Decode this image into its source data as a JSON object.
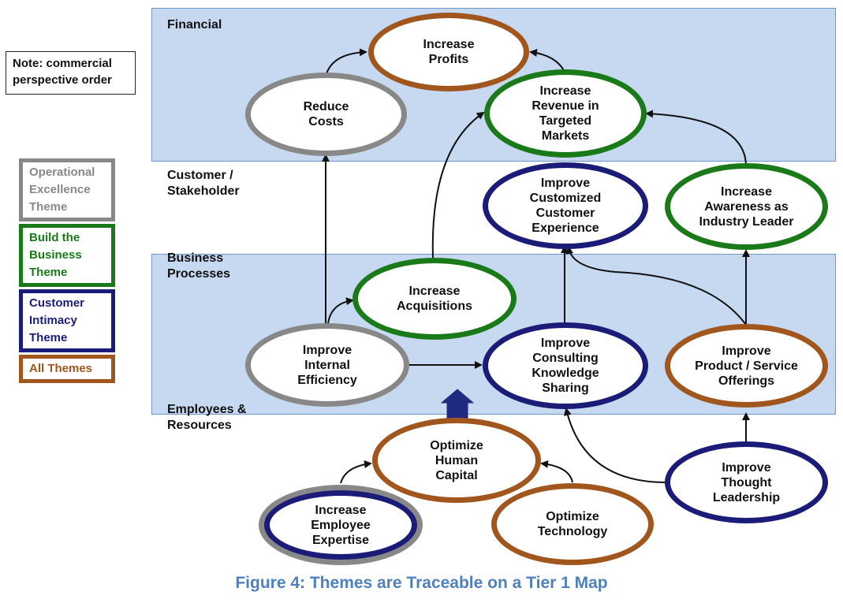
{
  "colors": {
    "operational": "#888888",
    "build": "#1a7a1a",
    "intimacy": "#1b1b78",
    "all": "#a0561c",
    "band": "#c6d9f1",
    "caption": "#4f81bd"
  },
  "note": "Note: commercial\nperspective order",
  "bands": {
    "financial": "Financial",
    "customer": "Customer /\nStakeholder",
    "business": "Business\nProcesses",
    "employees": "Employees &\nResources"
  },
  "legend": [
    {
      "label": "Operational\nExcellence\nTheme",
      "theme": "operational"
    },
    {
      "label": "Build the\nBusiness\nTheme",
      "theme": "build"
    },
    {
      "label": "Customer\nIntimacy\nTheme",
      "theme": "intimacy"
    },
    {
      "label": "All Themes",
      "theme": "all"
    }
  ],
  "nodes": {
    "increase_profits": {
      "label": "Increase\nProfits",
      "theme": "all"
    },
    "reduce_costs": {
      "label": "Reduce\nCosts",
      "theme": "operational"
    },
    "increase_revenue": {
      "label": "Increase\nRevenue in\nTargeted\nMarkets",
      "theme": "build"
    },
    "improve_customized": {
      "label": "Improve\nCustomized\nCustomer\nExperience",
      "theme": "intimacy"
    },
    "increase_awareness": {
      "label": "Increase\nAwareness as\nIndustry Leader",
      "theme": "build"
    },
    "increase_acquisitions": {
      "label": "Increase\nAcquisitions",
      "theme": "build"
    },
    "improve_internal": {
      "label": "Improve\nInternal\nEfficiency",
      "theme": "operational"
    },
    "improve_consulting": {
      "label": "Improve\nConsulting\nKnowledge\nSharing",
      "theme": "intimacy"
    },
    "improve_product": {
      "label": "Improve\nProduct / Service\nOfferings",
      "theme": "all"
    },
    "optimize_human": {
      "label": "Optimize\nHuman\nCapital",
      "theme": "all"
    },
    "increase_employee": {
      "label": "Increase\nEmployee\nExpertise",
      "theme": "intimacy"
    },
    "optimize_technology": {
      "label": "Optimize\nTechnology",
      "theme": "all"
    },
    "improve_thought": {
      "label": "Improve\nThought\nLeadership",
      "theme": "intimacy"
    }
  },
  "caption": "Figure 4: Themes are Traceable on a Tier 1 Map"
}
